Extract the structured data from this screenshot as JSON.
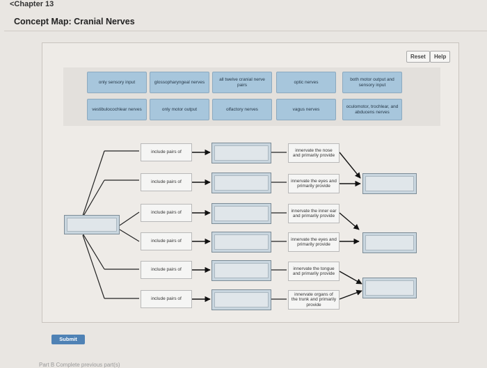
{
  "nav": {
    "back_label": "<Chapter 13"
  },
  "page": {
    "title": "Concept Map: Cranial Nerves"
  },
  "toolbar": {
    "reset_label": "Reset",
    "help_label": "Help"
  },
  "labels": [
    "only sensory input",
    "glossopharyngeal nerves",
    "all twelve cranial nerve pairs",
    "optic nerves",
    "both motor output and sensory input",
    "vestibulocochlear nerves",
    "only motor output",
    "olfactory nerves",
    "vagus nerves",
    "oculomotor, trochlear, and abducens nerves"
  ],
  "map": {
    "include_rows": [
      "include pairs of",
      "include pairs of",
      "include pairs of",
      "include pairs of",
      "include pairs of",
      "include pairs of"
    ],
    "innervate_rows": [
      "innervate the nose and primarily provide",
      "innervate the eyes and primarily provide",
      "innervate the inner ear and primarily provide",
      "innervate the eyes and primarily provide",
      "innervate the tongue and primarily provide",
      "innervate organs of the trunk and primarily provide"
    ]
  },
  "actions": {
    "submit_label": "Submit"
  },
  "footer": {
    "text": "Part B  Complete previous part(s)"
  },
  "colors": {
    "label_bg": "#a7c6dc",
    "submit_bg": "#4f82b5",
    "drop_bg": "#c9d6df"
  }
}
